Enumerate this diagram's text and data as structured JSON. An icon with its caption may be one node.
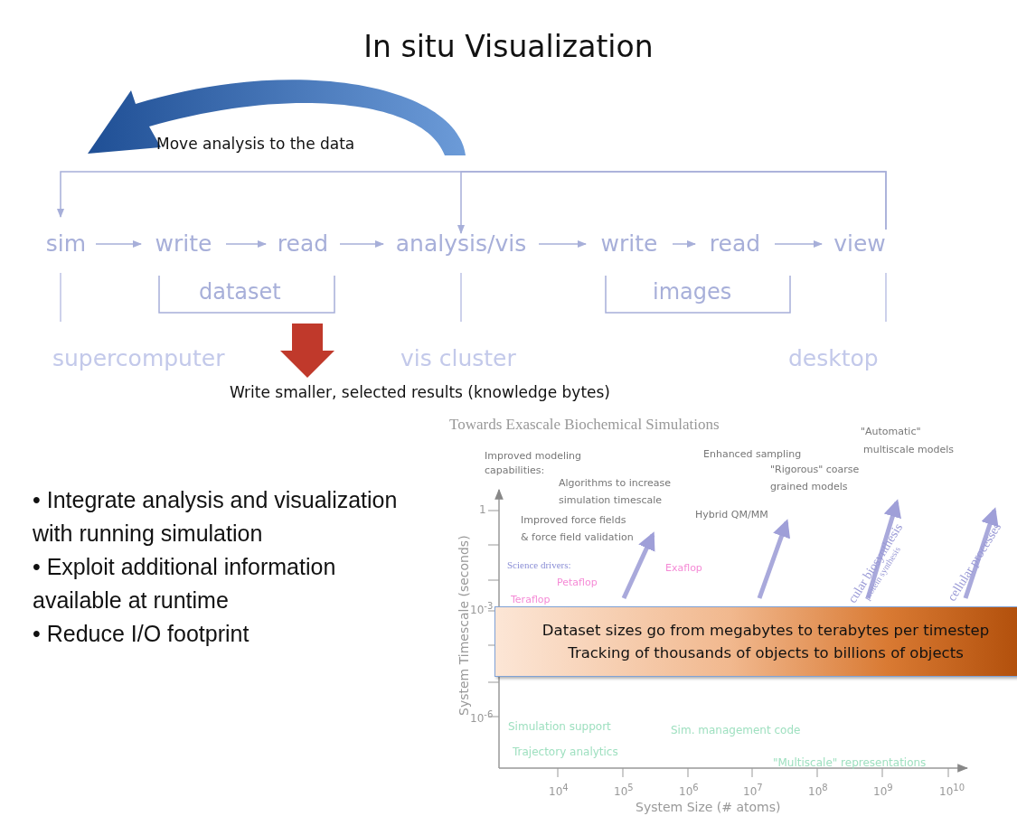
{
  "diagram": {
    "title": "In situ Visualization",
    "nodes": [
      {
        "text": [
          "sim"
        ]
      },
      {
        "text": [
          "write"
        ]
      },
      {
        "text": [
          "read"
        ]
      },
      {
        "text": [
          "analysis/vis"
        ]
      },
      {
        "text": [
          "write"
        ]
      },
      {
        "text": [
          "read"
        ]
      },
      {
        "text": [
          "view"
        ]
      },
      {
        "text": [
          "Dataset sizes go from megabytes to terabytes per timestep",
          "Tracking of thousands of objects to billions of objects"
        ]
      }
    ],
    "edges": [
      {
        "from": 0,
        "to": 1,
        "arrow": "to"
      },
      {
        "from": 1,
        "to": 2,
        "arrow": "to"
      },
      {
        "from": 2,
        "to": 3,
        "arrow": "to"
      },
      {
        "from": 3,
        "to": 4,
        "arrow": "to"
      },
      {
        "from": 4,
        "to": 5,
        "arrow": "to"
      },
      {
        "from": 5,
        "to": 6,
        "arrow": "to"
      },
      {
        "from": 6,
        "to": 0,
        "arrow": "to"
      },
      {
        "from": 6,
        "to": 3,
        "arrow": "to"
      }
    ],
    "labels": [
      "Move analysis to the data",
      "dataset",
      "images",
      "supercomputer",
      "vis cluster",
      "desktop",
      "Write smaller, selected results (knowledge bytes)",
      "• Integrate analysis and visualization with running simulation",
      "• Exploit additional information available at runtime",
      "• Reduce I/O footprint",
      "Towards Exascale Biochemical Simulations",
      "Improved modeling capabilities:",
      "Enhanced sampling",
      "\"Automatic\"",
      "multiscale models",
      "Algorithms to increase",
      "simulation timescale",
      "\"Rigorous\" coarse",
      "grained models",
      "Hybrid QM/MM",
      "Improved force fields",
      "& force field validation",
      "Science drivers:",
      "Petaflop",
      "Exaflop",
      "Teraflop",
      "cular biosynthesis",
      "protein synthesis",
      "cellular processes",
      "Simulation support",
      "Sim. management code",
      "Trajectory analytics",
      "\"Multiscale\" representations",
      "System Timescale (seconds)",
      "1",
      "10$^{-3}$",
      "10$^{-6}$",
      "10$^{4}$",
      "10$^{5}$",
      "10$^{6}$",
      "10$^{7}$",
      "10$^{8}$",
      "10$^{9}$",
      "10$^{10}$",
      "System Size (# atoms)"
    ]
  }
}
